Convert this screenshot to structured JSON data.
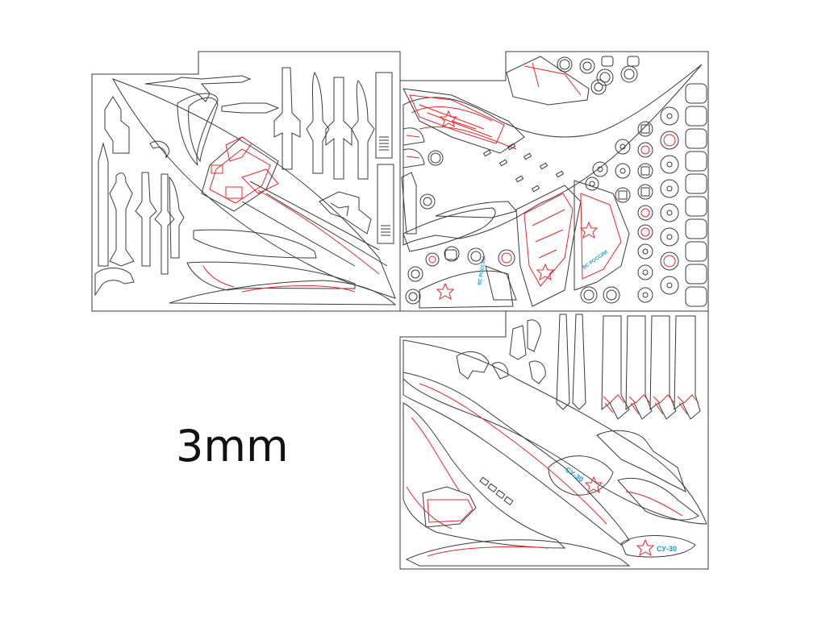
{
  "thickness_label": "3mm",
  "markings": {
    "code_1": "СУ-30",
    "code_2": "СУ-30",
    "wing_text_1": "ВС РОССИИ",
    "wing_text_2": "ВС РОССИИ"
  },
  "colors": {
    "cut": "#3a3a3a",
    "engrave": "#e8262b",
    "marking_text": "#1a9ad6"
  }
}
